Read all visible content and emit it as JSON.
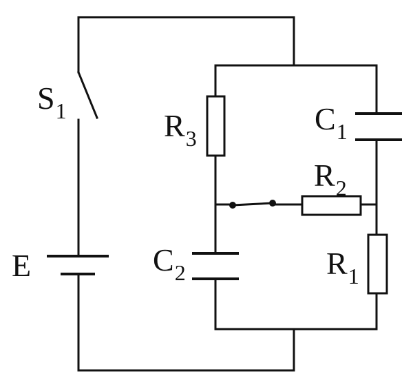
{
  "diagram": {
    "title": "",
    "components": {
      "switch_s1": {
        "letter": "S",
        "sub": "1"
      },
      "battery": {
        "letter": "E",
        "sub": ""
      },
      "resistor_r3": {
        "letter": "R",
        "sub": "3"
      },
      "capacitor_c1": {
        "letter": "C",
        "sub": "1"
      },
      "resistor_r2": {
        "letter": "R",
        "sub": "2"
      },
      "capacitor_c2": {
        "letter": "C",
        "sub": "2"
      },
      "resistor_r1": {
        "letter": "R",
        "sub": "1"
      }
    },
    "colors": {
      "line": "#111111",
      "background": "#ffffff"
    }
  }
}
